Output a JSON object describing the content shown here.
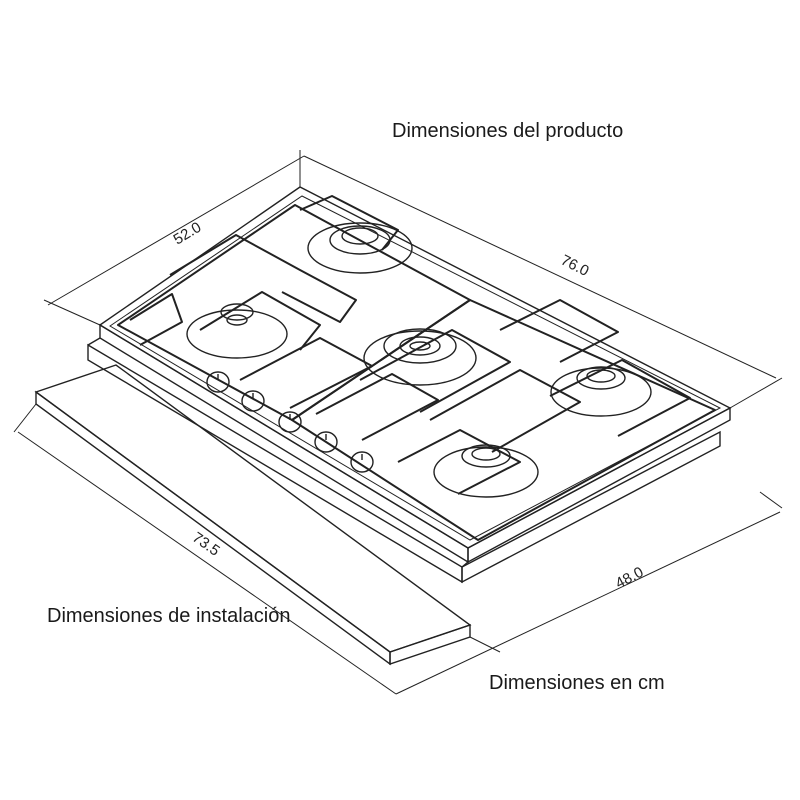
{
  "labels": {
    "product": "Dimensiones del producto",
    "install": "Dimensiones de instalación",
    "units": "Dimensiones en cm"
  },
  "dimensions": {
    "product_depth": "52.0",
    "product_width": "76.0",
    "install_width": "73.5",
    "install_depth": "48.0"
  },
  "appliance": {
    "burners": 5,
    "knobs": 5
  }
}
